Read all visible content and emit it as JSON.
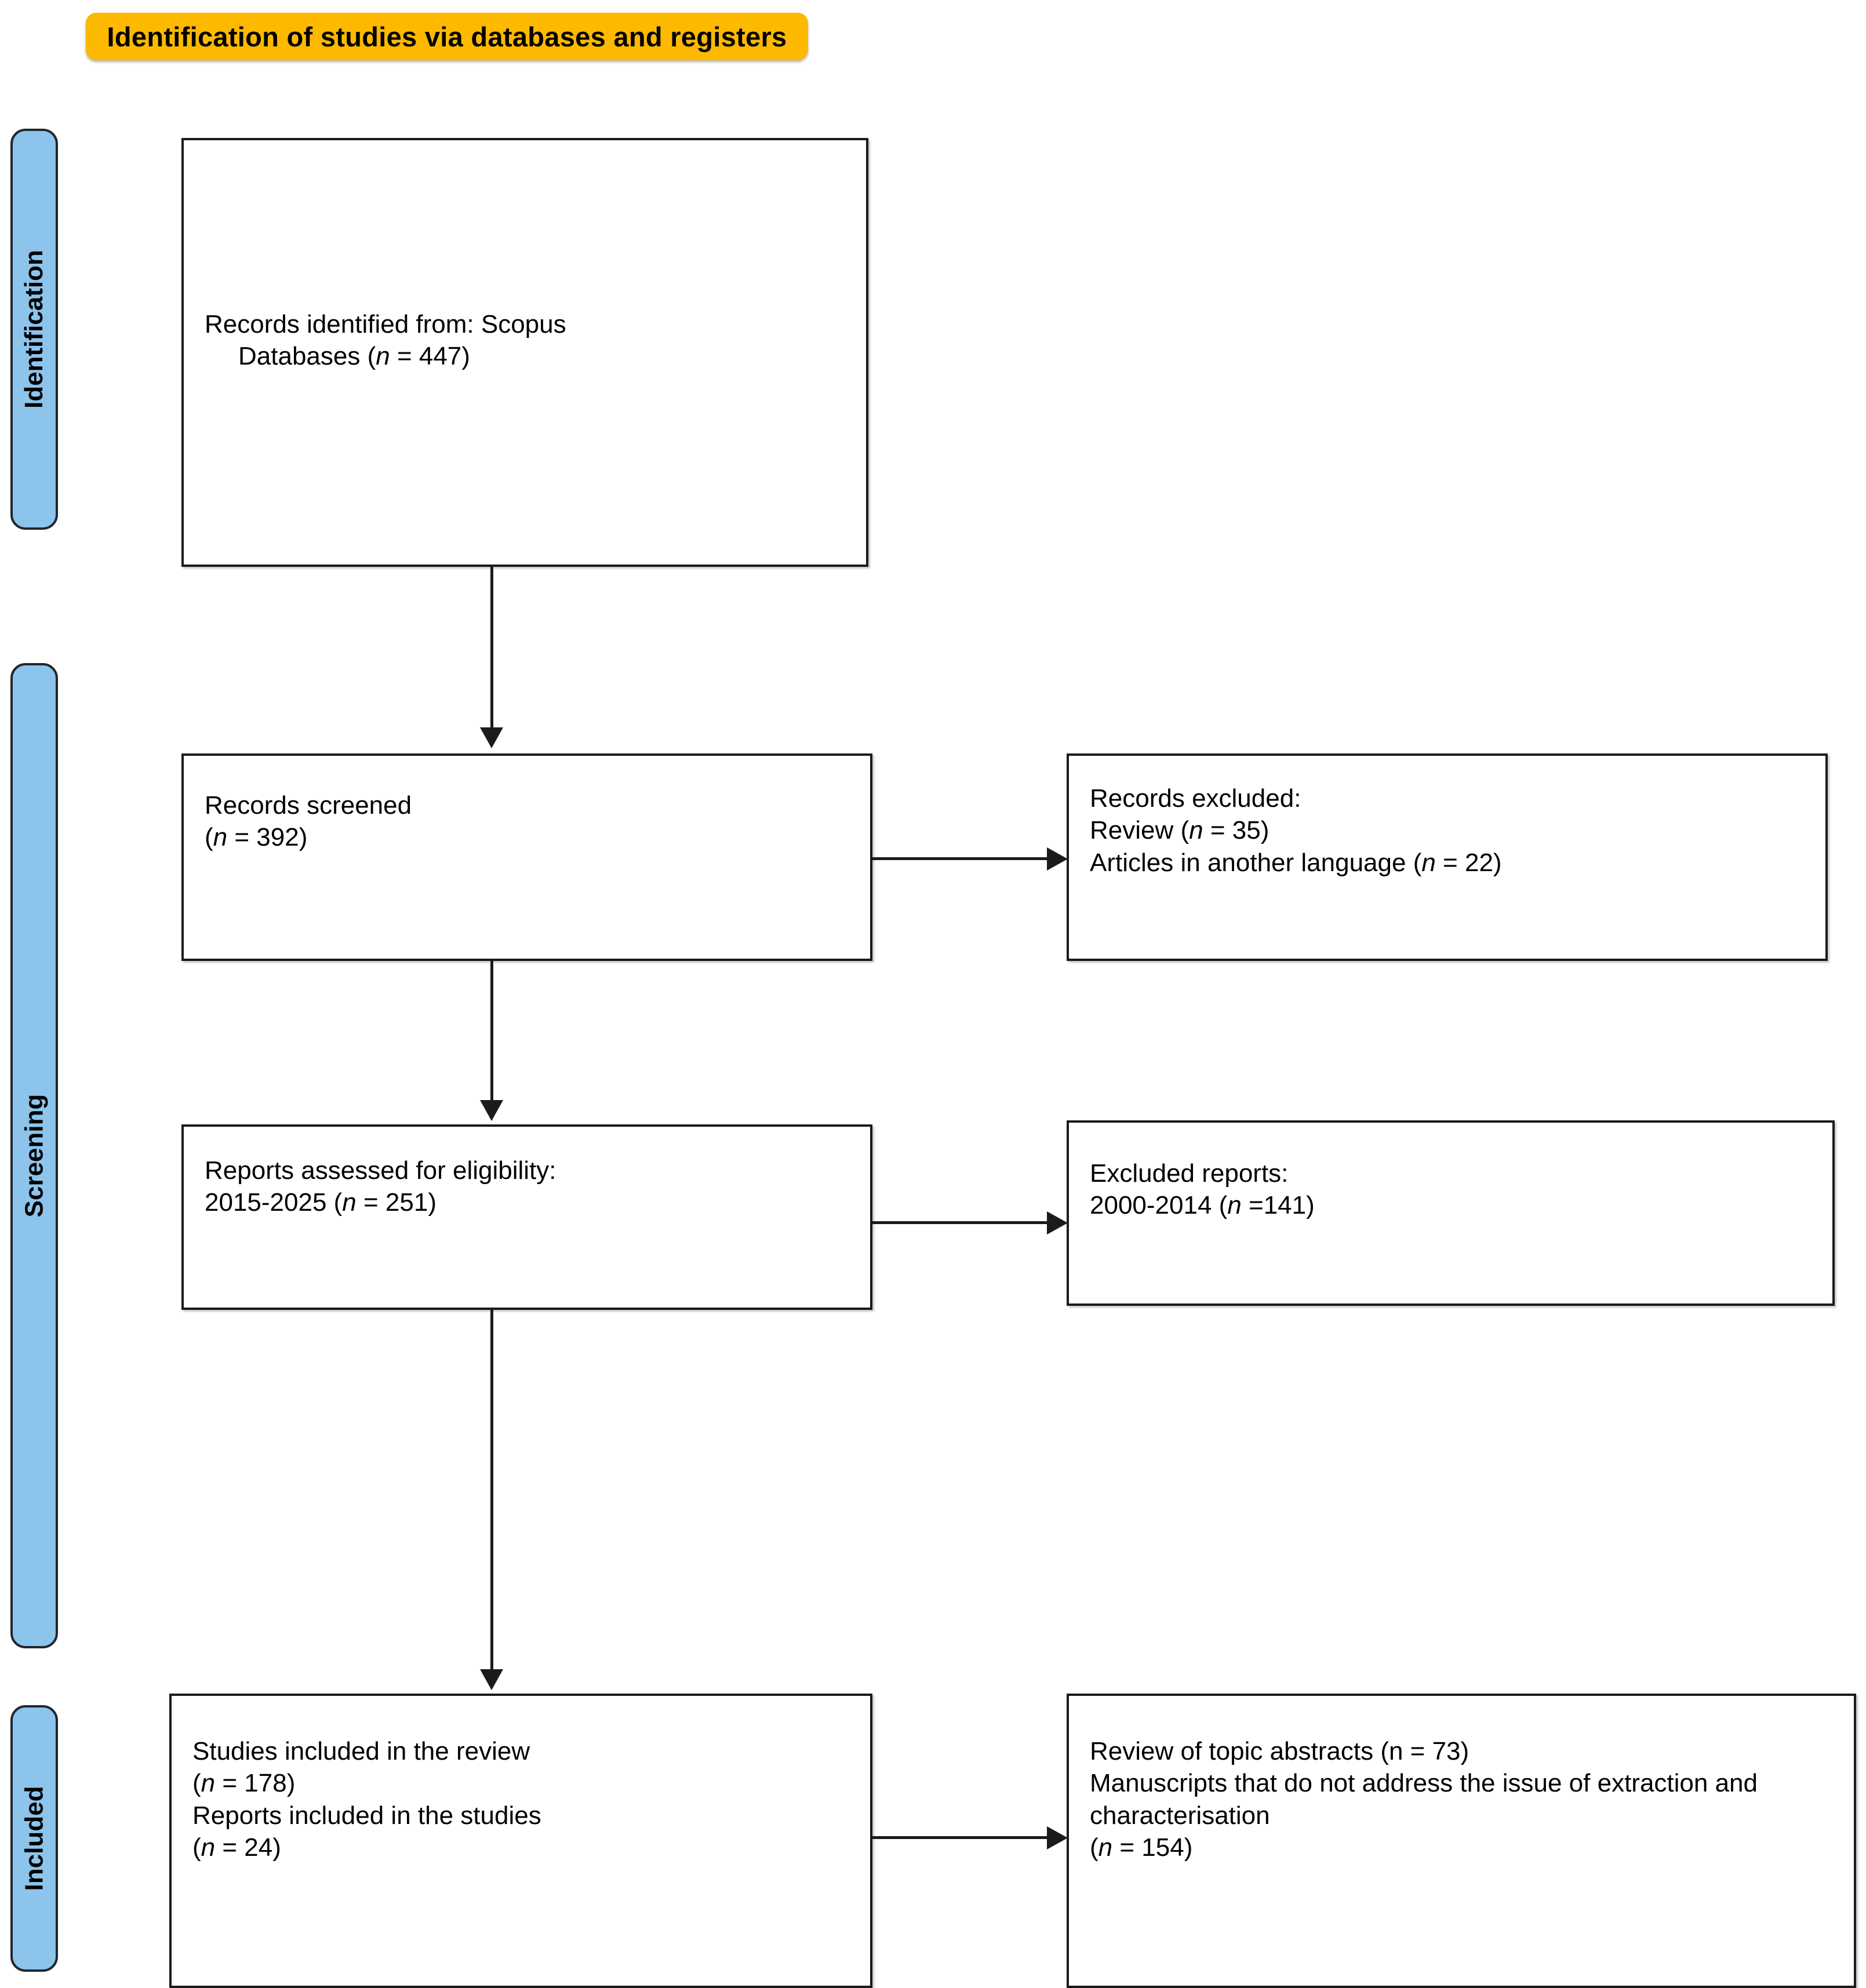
{
  "diagram": {
    "title": "Identification of studies via databases and registers",
    "colors": {
      "banner": "#fcb900",
      "stage_label": "#8cc4ec",
      "box_border": "#1b1b1b",
      "text": "#000000"
    },
    "stages": [
      {
        "id": "identification",
        "label": "Identification"
      },
      {
        "id": "screening",
        "label": "Screening"
      },
      {
        "id": "included",
        "label": "Included"
      }
    ],
    "boxes": {
      "identified": {
        "line1": "Records identified from: Scopus",
        "line2_prefix": "Databases (",
        "line2_n": "n",
        "line2_suffix": " = 447)"
      },
      "screened": {
        "line1": "Records screened",
        "line2_prefix": "(",
        "line2_n": "n",
        "line2_suffix": " = 392)"
      },
      "records_excluded": {
        "line1": "Records excluded:",
        "line2_prefix": "Review (",
        "line2_n": "n",
        "line2_suffix": " = 35)",
        "line3_prefix": "Articles in another language (",
        "line3_n": "n",
        "line3_suffix": " = 22)"
      },
      "eligibility": {
        "line1": "Reports assessed for eligibility:",
        "line2_prefix": "2015-2025  (",
        "line2_n": "n",
        "line2_suffix": " = 251)"
      },
      "excluded_reports": {
        "line1": "Excluded reports:",
        "line2_prefix": "2000-2014  (",
        "line2_n": "n",
        "line2_suffix": " =141)"
      },
      "included_studies": {
        "line1": "Studies included in the review",
        "line2_prefix": "(",
        "line2_n": "n",
        "line2_suffix": " = 178)",
        "line3": "Reports included in the studies",
        "line4_prefix": "(",
        "line4_n": "n",
        "line4_suffix": " = 24)"
      },
      "excluded_full": {
        "line1": "Review of topic abstracts (n = 73)",
        "line2": "Manuscripts that do not address the issue of extraction and characterisation",
        "line3_prefix": "(",
        "line3_n": "n",
        "line3_suffix": " = 154)"
      }
    },
    "counts": {
      "identified": 447,
      "screened": 392,
      "excluded_review": 35,
      "excluded_language": 22,
      "assessed_eligibility": 251,
      "excluded_reports_old": 141,
      "studies_included": 178,
      "reports_included": 24,
      "review_topic_abstracts": 73,
      "manuscripts_not_addressing": 154
    }
  }
}
